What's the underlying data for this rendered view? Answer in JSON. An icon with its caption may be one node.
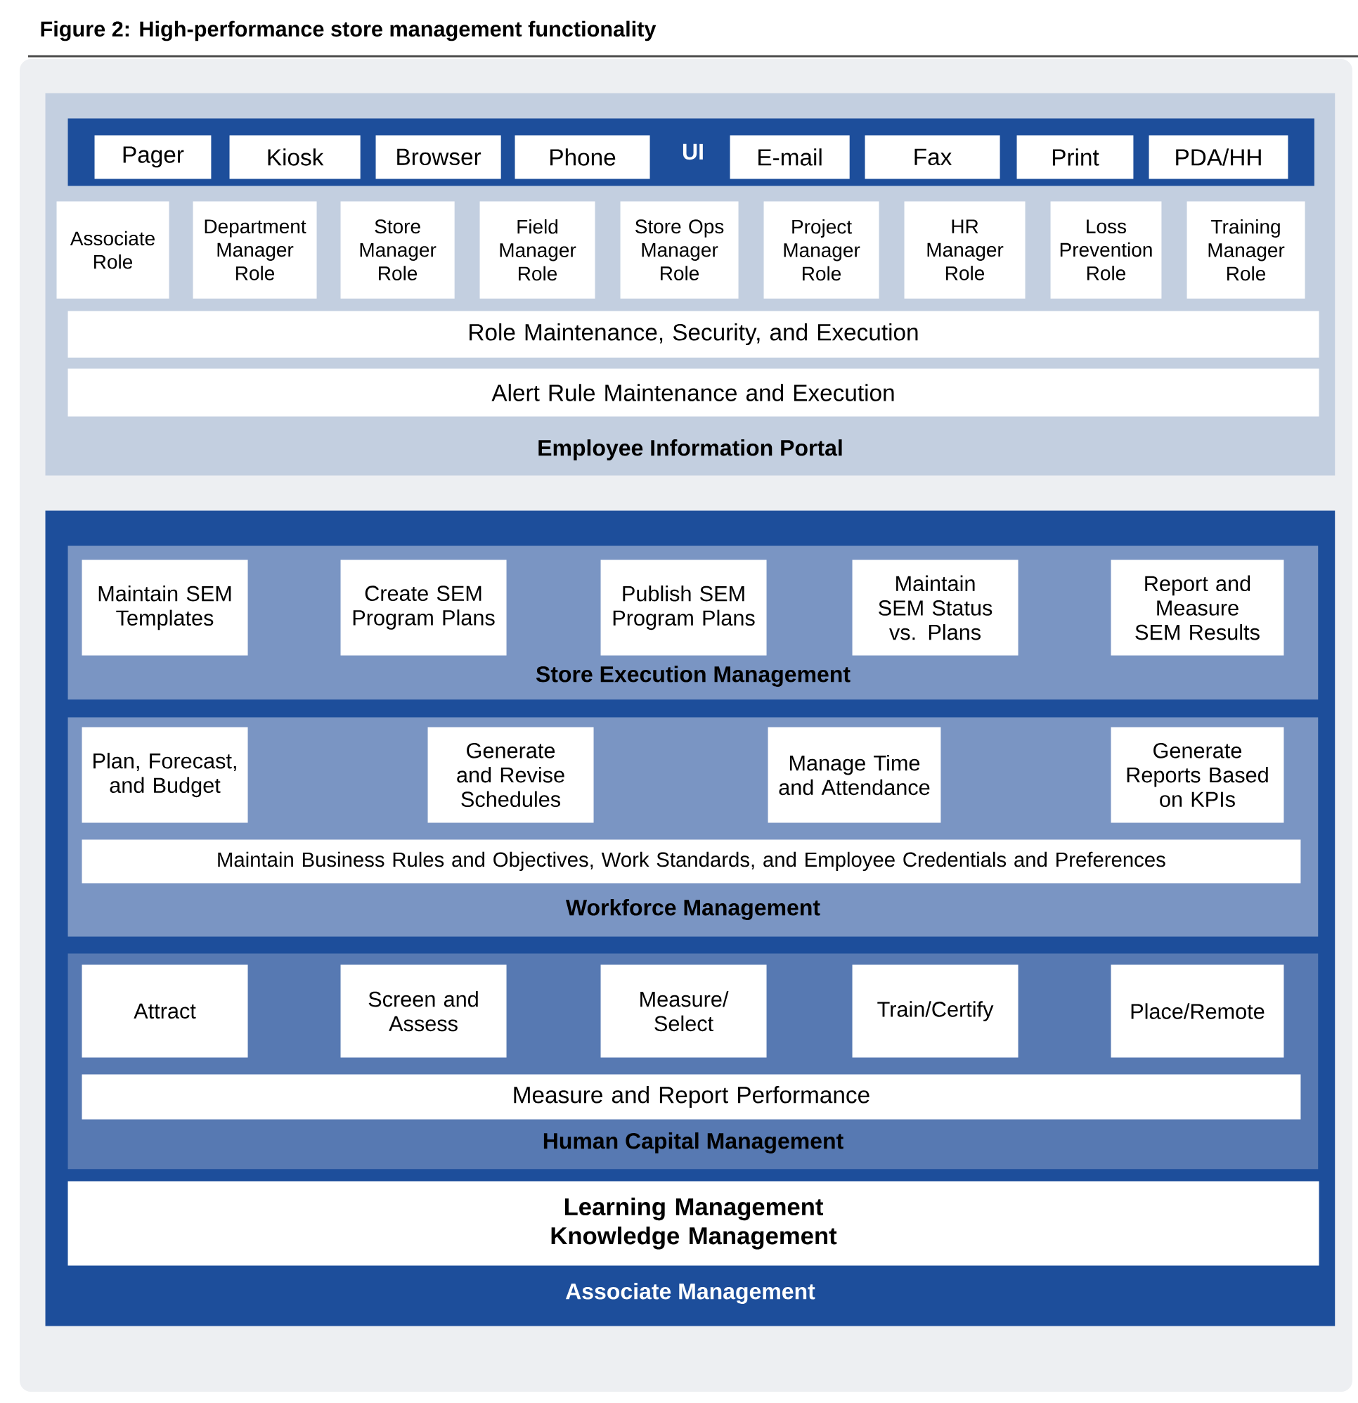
{
  "diagram": {
    "title": "Figure 2: High-performance store management functionality",
    "nodes": [
      {
        "text": [
          "Employee Information Portal"
        ]
      },
      {
        "text": [
          "UI"
        ],
        "in": 0
      },
      {
        "text": [
          "Pager"
        ],
        "in": 1
      },
      {
        "text": [
          "Kiosk"
        ],
        "in": 1
      },
      {
        "text": [
          "Browser"
        ],
        "in": 1
      },
      {
        "text": [
          "Phone"
        ],
        "in": 1
      },
      {
        "text": [
          "E-mail"
        ],
        "in": 1
      },
      {
        "text": [
          "Fax"
        ],
        "in": 1
      },
      {
        "text": [
          "Print"
        ],
        "in": 1
      },
      {
        "text": [
          "PDA/HH"
        ],
        "in": 1
      },
      {
        "text": [
          "Associate Role"
        ],
        "in": 0
      },
      {
        "text": [
          "Department Manager Role"
        ],
        "in": 0
      },
      {
        "text": [
          "Store Manager Role"
        ],
        "in": 0
      },
      {
        "text": [
          "Field Manager Role"
        ],
        "in": 0
      },
      {
        "text": [
          "Store Ops Manager Role"
        ],
        "in": 0
      },
      {
        "text": [
          "Project Manager Role"
        ],
        "in": 0
      },
      {
        "text": [
          "HR Manager Role"
        ],
        "in": 0
      },
      {
        "text": [
          "Loss Prevention Role"
        ],
        "in": 0
      },
      {
        "text": [
          "Training Manager Role"
        ],
        "in": 0
      },
      {
        "text": [
          "Role Maintenance, Security, and Execution"
        ],
        "in": 0
      },
      {
        "text": [
          "Alert Rule Maintenance and Execution"
        ],
        "in": 0
      },
      {
        "text": [
          "Associate Management"
        ]
      },
      {
        "text": [
          "Store Execution Management"
        ],
        "in": 21
      },
      {
        "text": [
          "Maintain SEM Templates"
        ],
        "in": 22
      },
      {
        "text": [
          "Create SEM Program Plans"
        ],
        "in": 22
      },
      {
        "text": [
          "Publish SEM Program Plans"
        ],
        "in": 22
      },
      {
        "text": [
          "Maintain SEM Status vs. Plans"
        ],
        "in": 22
      },
      {
        "text": [
          "Report and Measure SEM Results"
        ],
        "in": 22
      },
      {
        "text": [
          "Workforce Management"
        ],
        "in": 21
      },
      {
        "text": [
          "Plan, Forecast, and Budget"
        ],
        "in": 28
      },
      {
        "text": [
          "Generate and Revise Schedules"
        ],
        "in": 28
      },
      {
        "text": [
          "Manage Time and Attendance"
        ],
        "in": 28
      },
      {
        "text": [
          "Generate Reports Based on KPIs"
        ],
        "in": 28
      },
      {
        "text": [
          "Maintain Business Rules and Objectives, Work Standards, and Employee Credentials and Preferences"
        ],
        "in": 28
      },
      {
        "text": [
          "Human Capital Management"
        ],
        "in": 21
      },
      {
        "text": [
          "Attract"
        ],
        "in": 34
      },
      {
        "text": [
          "Screen and Assess"
        ],
        "in": 34
      },
      {
        "text": [
          "Measure/ Select"
        ],
        "in": 34
      },
      {
        "text": [
          "Train/Certify"
        ],
        "in": 34
      },
      {
        "text": [
          "Place/Remote"
        ],
        "in": 34
      },
      {
        "text": [
          "Measure and Report Performance"
        ],
        "in": 34
      },
      {
        "text": [
          "Learning Management",
          "Knowledge Management"
        ],
        "in": 21
      }
    ]
  }
}
